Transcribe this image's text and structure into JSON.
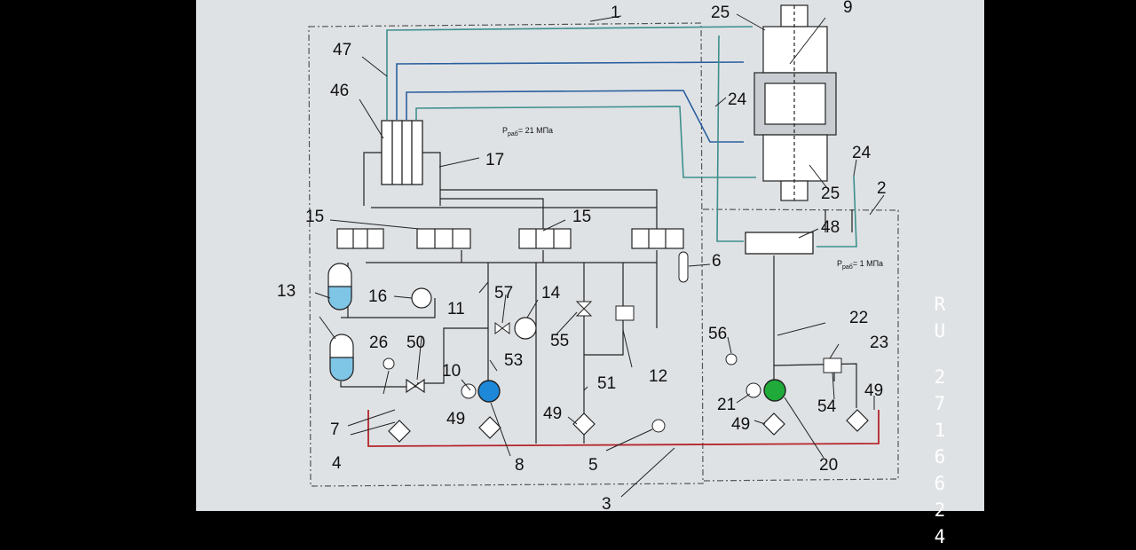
{
  "labels": {
    "l1": "1",
    "l2": "2",
    "l3": "3",
    "l4": "4",
    "l5": "5",
    "l6": "6",
    "l7": "7",
    "l8": "8",
    "l9": "9",
    "l10": "10",
    "l11": "11",
    "l12": "12",
    "l13": "13",
    "l14": "14",
    "l15a": "15",
    "l15b": "15",
    "l16": "16",
    "l17": "17",
    "l20": "20",
    "l21": "21",
    "l22": "22",
    "l23": "23",
    "l24a": "24",
    "l24b": "24",
    "l25a": "25",
    "l25b": "25",
    "l26": "26",
    "l46": "46",
    "l47": "47",
    "l48": "48",
    "l49a": "49",
    "l49b": "49",
    "l49c": "49",
    "l49d": "49",
    "l50": "50",
    "l51": "51",
    "l53": "53",
    "l54": "54",
    "l55": "55",
    "l56": "56",
    "l57": "57"
  },
  "pressure_main": {
    "prefix": "P",
    "sub": "раб",
    "value": "= 21 МПа"
  },
  "pressure_aux": {
    "prefix": "P",
    "sub": "раб",
    "value": "= 1 МПа"
  },
  "patent": {
    "country": [
      "R",
      "U"
    ],
    "number": [
      "2",
      "7",
      "1",
      "6",
      "6",
      "2",
      "4"
    ]
  },
  "colors": {
    "pipe_blue": "#2a5f9e",
    "pipe_teal": "#3d8f8c",
    "drain_red": "#b4232a",
    "pump_blue": "#1e88d8",
    "pump_green": "#1faa3a"
  }
}
